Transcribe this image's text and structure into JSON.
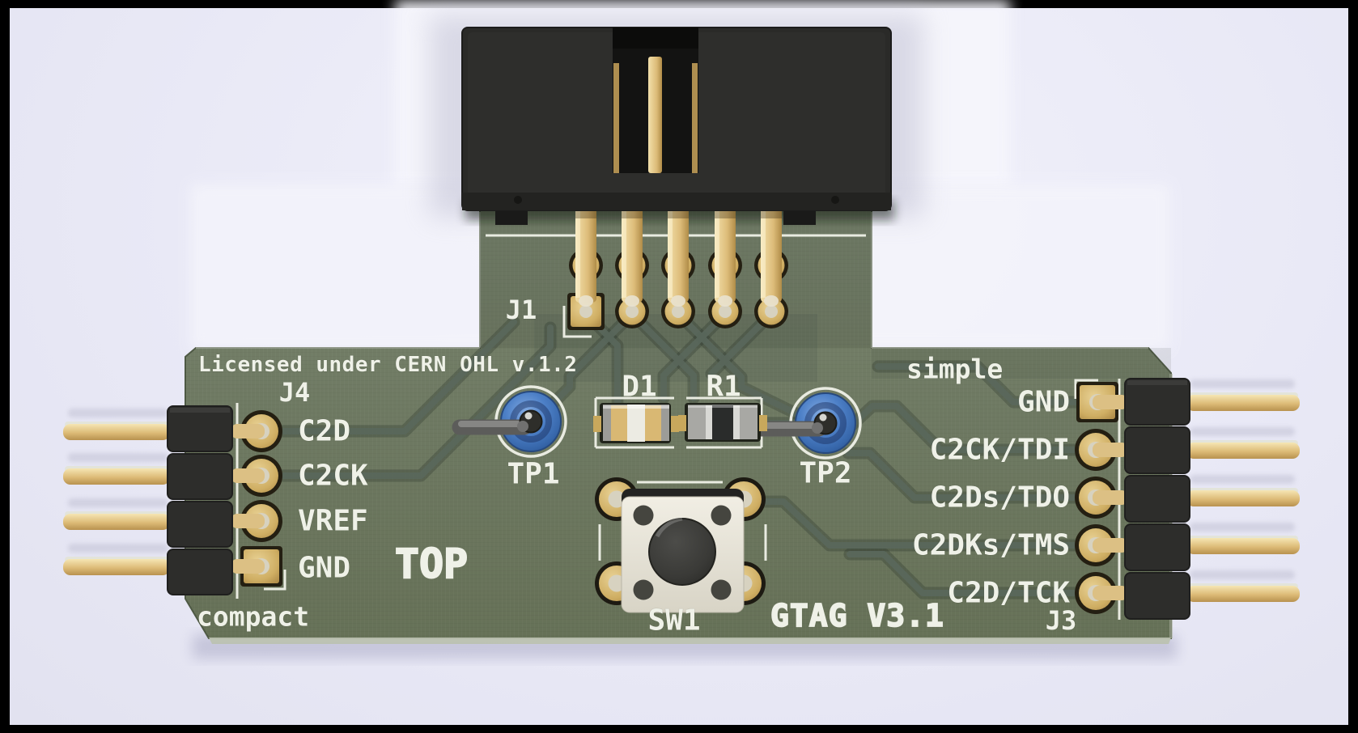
{
  "scene": {
    "description": "3D rendered top view of a small T-shaped printed circuit board",
    "colors": {
      "background": "#e9e9f6",
      "frame": "#000000",
      "board_green": "#6e7961",
      "trace_dark_green": "#5a685c",
      "silkscreen": "#eff1e8",
      "pad_gold": "#d9b873",
      "pin_gold": "#e8cf96",
      "connector_black": "#2a2a28",
      "testpoint_blue": "#3f74bd",
      "switch_body": "#e9e6da",
      "switch_button": "#3a3a37",
      "led_white": "#ecebe3",
      "resistor_black": "#2a2c2b"
    }
  },
  "silkscreen": {
    "license": "Licensed under CERN OHL v.1.2",
    "board_title": "GTAG V3.1",
    "side": "TOP",
    "variant_left": "compact",
    "variant_right": "simple"
  },
  "refs": {
    "j1": "J1",
    "j3": "J3",
    "j4": "J4",
    "d1": "D1",
    "r1": "R1",
    "tp1": "TP1",
    "tp2": "TP2",
    "sw1": "SW1"
  },
  "j4_pins": [
    "C2D",
    "C2CK",
    "VREF",
    "GND"
  ],
  "j3_pins": [
    "GND",
    "C2CK/TDI",
    "C2Ds/TDO",
    "C2DKs/TMS",
    "C2D/TCK"
  ]
}
